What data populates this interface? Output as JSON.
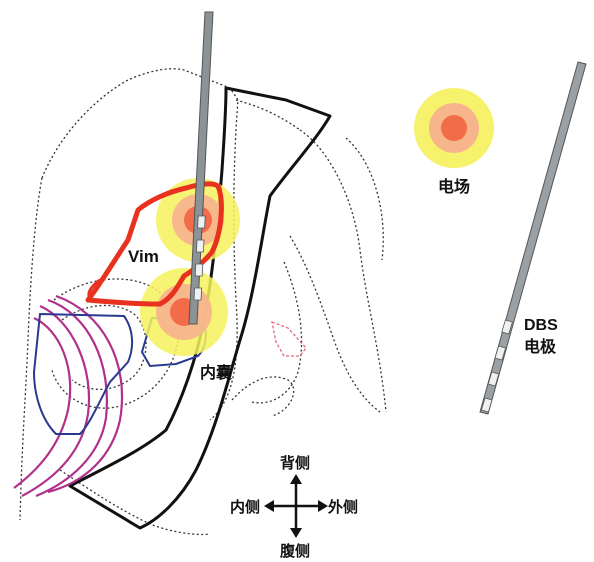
{
  "labels": {
    "vim": "Vim",
    "internal_capsule": "内囊",
    "electric_field": "电场",
    "dbs_line1": "DBS",
    "dbs_line2": "电极"
  },
  "compass": {
    "up": "背侧",
    "down": "腹侧",
    "left": "内侧",
    "right": "外侧"
  },
  "colors": {
    "electrode": "#8c9396",
    "electrode_contact": "#eef1f1",
    "field_outer": "#f6f15c",
    "field_mid": "#f7b58c",
    "field_inner": "#f26c4a",
    "vim_outline": "#e8321f",
    "blue_nucleus": "#2a3a8f",
    "magenta_tract": "#b0308c",
    "thick_outline": "#111111",
    "dotted_outline": "#333333",
    "pink_dashed": "#e06a7a"
  }
}
